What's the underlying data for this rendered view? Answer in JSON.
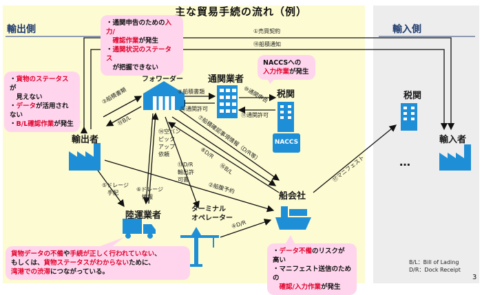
{
  "title": "主な貿易手続の流れ（例）",
  "sides": {
    "export": "輸出側",
    "import": "輸入側"
  },
  "nodes": {
    "exporter": "輸出者",
    "forwarder": "フォワーダー",
    "customs_broker": "通関業者",
    "customs_export": "税関",
    "naccs": "NACCS",
    "carrier": "船会社",
    "land_transport": "陸運業者",
    "terminal_operator_1": "ターミナル",
    "terminal_operator_2": "オペレーター",
    "customs_import": "税関",
    "importer": "輸入者",
    "ellipsis": "…"
  },
  "edges": {
    "e1": "①売買契約",
    "e2": "②船腹予約",
    "e3": "③船積書類",
    "e4": "④D/R",
    "e5": "⑤ドレージ",
    "e5b": "手配",
    "e6": "⑥ドレージ",
    "e6b": "情報",
    "e7": "⑦船積確認事項情報（D/R等）",
    "e8": "⑧D/R",
    "e9": "⑨船積書類",
    "e10": "⑩通関申告",
    "e11": "⑪通関許可",
    "e12": "⑫通関許可",
    "e13": "⑬D/R",
    "e13b": "輸出許",
    "e13c": "可書",
    "e14": "⑭空バン",
    "e14b": "ピック",
    "e14c": "アップ",
    "e14d": "依頼",
    "e15": "⑮B/L",
    "e16": "⑯B/L",
    "e17": "⑰マニフェスト",
    "e18": "⑱船積通知"
  },
  "callouts": {
    "forwarder": [
      {
        "parts": [
          {
            "t": "・通関申告のための",
            "red": false
          },
          {
            "t": "入力/",
            "red": true
          }
        ]
      },
      {
        "parts": [
          {
            "t": "　",
            "red": false
          },
          {
            "t": "確認作業",
            "red": true
          },
          {
            "t": "が発生",
            "red": false
          }
        ]
      },
      {
        "parts": [
          {
            "t": "・",
            "red": false
          },
          {
            "t": "通関状況のステータス",
            "red": true
          }
        ]
      },
      {
        "parts": [
          {
            "t": "　が把握できない",
            "red": false
          }
        ]
      }
    ],
    "exporter": [
      {
        "parts": [
          {
            "t": "・",
            "red": false
          },
          {
            "t": "貨物のステータス",
            "red": true
          },
          {
            "t": "が",
            "red": false
          }
        ]
      },
      {
        "parts": [
          {
            "t": "　見えない",
            "red": false
          }
        ]
      },
      {
        "parts": [
          {
            "t": "・",
            "red": false
          },
          {
            "t": "データ",
            "red": true
          },
          {
            "t": "が活用されない",
            "red": false
          }
        ]
      },
      {
        "parts": [
          {
            "t": "・",
            "red": false
          },
          {
            "t": "B/L確認作業",
            "red": true
          },
          {
            "t": "が発生",
            "red": false
          }
        ]
      }
    ],
    "customs_broker": [
      {
        "parts": [
          {
            "t": "NACCSへの",
            "red": false
          }
        ]
      },
      {
        "parts": [
          {
            "t": "入力作業",
            "red": true
          },
          {
            "t": "が発生",
            "red": false
          }
        ]
      }
    ],
    "land_transport": [
      {
        "parts": [
          {
            "t": "貨物データの不備",
            "red": true
          },
          {
            "t": "や",
            "red": false
          },
          {
            "t": "手続が正しく行われていない",
            "red": true
          },
          {
            "t": "、",
            "red": false
          }
        ]
      },
      {
        "parts": [
          {
            "t": "もしくは、",
            "red": false
          },
          {
            "t": "貨物ステータスがわからない",
            "red": true
          },
          {
            "t": "ために、",
            "red": false
          }
        ]
      },
      {
        "parts": [
          {
            "t": "湾港での渋滞",
            "red": true
          },
          {
            "t": "につながっている。",
            "red": false
          }
        ]
      }
    ],
    "carrier": [
      {
        "parts": [
          {
            "t": "・",
            "red": false
          },
          {
            "t": "データ不備",
            "red": true
          },
          {
            "t": "のリスクが高い",
            "red": false
          }
        ]
      },
      {
        "parts": [
          {
            "t": "・マニフェスト送信のための",
            "red": false
          }
        ]
      },
      {
        "parts": [
          {
            "t": "　",
            "red": false
          },
          {
            "t": "確認/入力作業",
            "red": true
          },
          {
            "t": "が発生",
            "red": false
          }
        ]
      }
    ]
  },
  "notes": [
    "B/L：Bill of Lading",
    "D/R：Dock Receipt"
  ],
  "page_number": "3",
  "colors": {
    "export_bg": "#fdfbd2",
    "import_bg": "#ededed",
    "icon_blue": "#1e8fd6",
    "callout_bg": "#ffd5ee",
    "highlight_red": "#e0002a"
  }
}
